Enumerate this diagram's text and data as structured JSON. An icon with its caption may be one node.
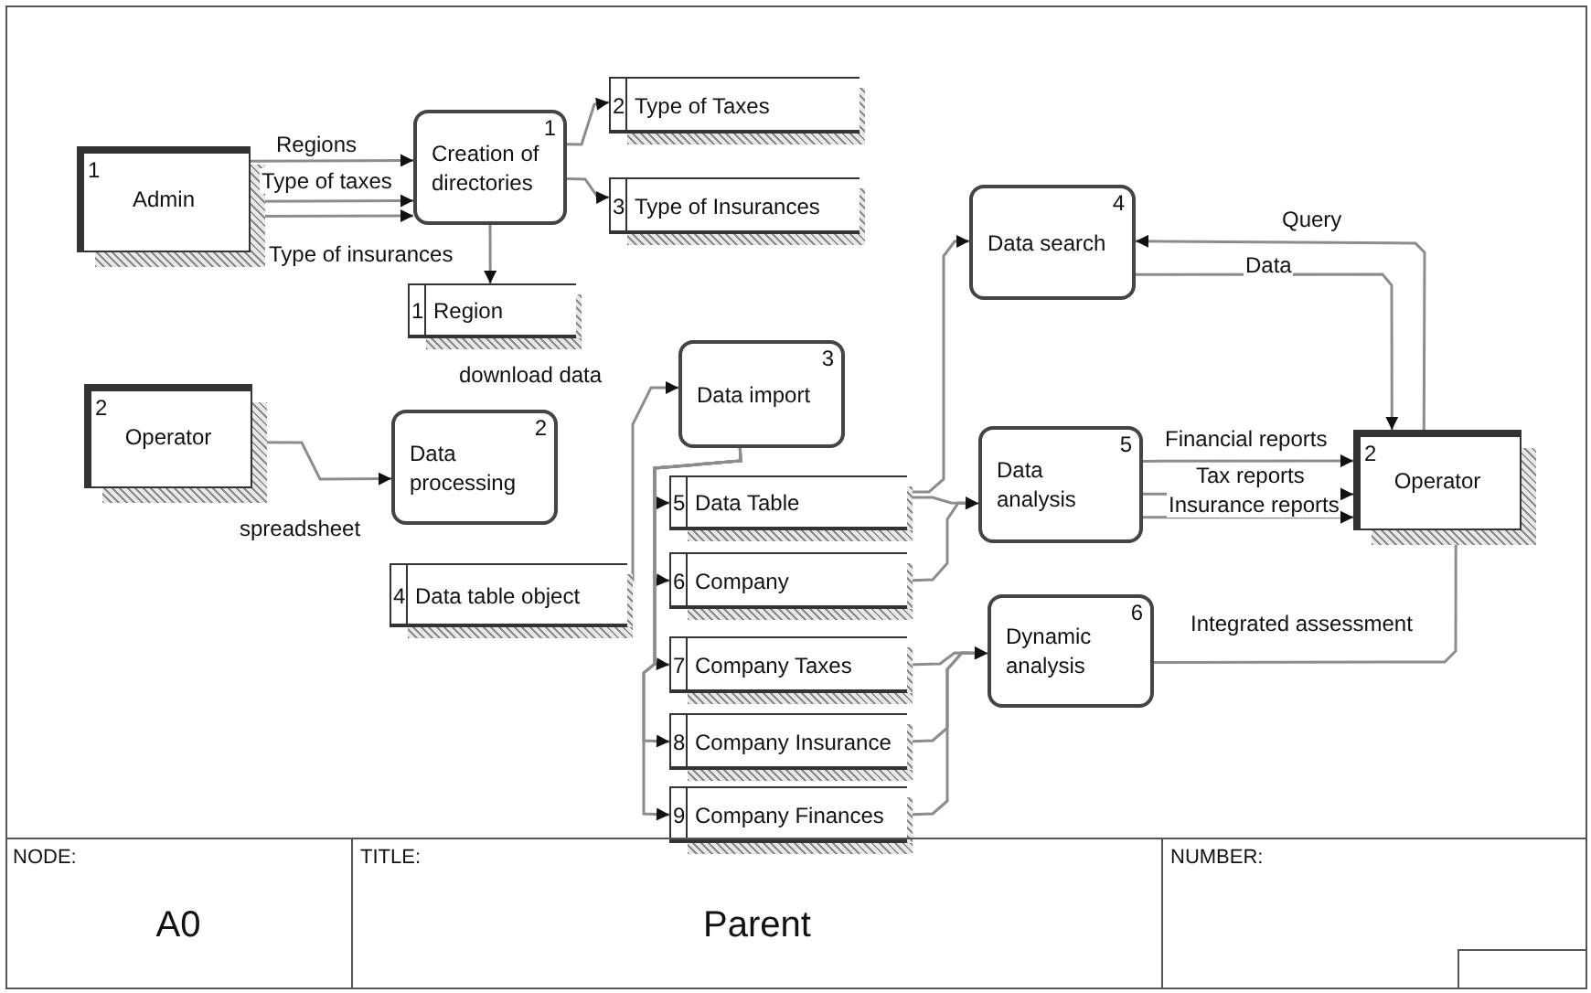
{
  "diagram": {
    "title": "Parent",
    "nodes": [
      {
        "text": [
          "1",
          "Admin"
        ]
      },
      {
        "text": [
          "1",
          "Creation of directories"
        ]
      },
      {
        "text": [
          "2",
          "Type of Taxes"
        ]
      },
      {
        "text": [
          "3",
          "Type of Insurances"
        ]
      },
      {
        "text": [
          "1",
          "Region"
        ]
      },
      {
        "text": [
          "2",
          "Operator"
        ]
      },
      {
        "text": [
          "2",
          "Data processing"
        ]
      },
      {
        "text": [
          "3",
          "Data import"
        ]
      },
      {
        "text": [
          "4",
          "Data table object"
        ]
      },
      {
        "text": [
          "5",
          "Data Table"
        ]
      },
      {
        "text": [
          "6",
          "Company"
        ]
      },
      {
        "text": [
          "7",
          "Company Taxes"
        ]
      },
      {
        "text": [
          "8",
          "Company Insurance"
        ]
      },
      {
        "text": [
          "9",
          "Company Finances"
        ]
      },
      {
        "text": [
          "4",
          "Data search"
        ]
      },
      {
        "text": [
          "5",
          "Data analysis"
        ]
      },
      {
        "text": [
          "6",
          "Dynamic analysis"
        ]
      },
      {
        "text": [
          "2",
          "Operator"
        ]
      }
    ],
    "edges": [
      {
        "from": 0,
        "to": 1,
        "arrow": "to",
        "label": "Regions"
      },
      {
        "from": 0,
        "to": 1,
        "arrow": "to",
        "label": "Type of taxes"
      },
      {
        "from": 0,
        "to": 1,
        "arrow": "to",
        "label": "Type of insurances"
      },
      {
        "from": 1,
        "to": 2,
        "arrow": "to"
      },
      {
        "from": 1,
        "to": 3,
        "arrow": "to"
      },
      {
        "from": 1,
        "to": 4,
        "arrow": "to"
      },
      {
        "from": 5,
        "to": 6,
        "arrow": "to",
        "label": "spreadsheet"
      },
      {
        "from": 8,
        "to": 7,
        "arrow": "to",
        "label": "download data"
      },
      {
        "from": 7,
        "to": 9,
        "arrow": "to"
      },
      {
        "from": 7,
        "to": 10,
        "arrow": "to"
      },
      {
        "from": 7,
        "to": 11,
        "arrow": "to"
      },
      {
        "from": 7,
        "to": 12,
        "arrow": "to"
      },
      {
        "from": 7,
        "to": 13,
        "arrow": "to"
      },
      {
        "from": 9,
        "to": 14,
        "arrow": "to"
      },
      {
        "from": 9,
        "to": 15,
        "arrow": "to"
      },
      {
        "from": 10,
        "to": 15,
        "arrow": "to"
      },
      {
        "from": 11,
        "to": 16,
        "arrow": "to"
      },
      {
        "from": 12,
        "to": 16,
        "arrow": "to"
      },
      {
        "from": 13,
        "to": 16,
        "arrow": "to"
      },
      {
        "from": 14,
        "to": 17,
        "arrow": "to",
        "label": "Data"
      },
      {
        "from": 17,
        "to": 14,
        "arrow": "to",
        "label": "Query"
      },
      {
        "from": 15,
        "to": 17,
        "arrow": "to",
        "label": "Financial reports"
      },
      {
        "from": 15,
        "to": 17,
        "arrow": "to",
        "label": "Tax reports"
      },
      {
        "from": 15,
        "to": 17,
        "arrow": "to",
        "label": "Insurance reports"
      },
      {
        "from": 16,
        "to": 17,
        "arrow": "to",
        "label": "Integrated assessment"
      }
    ],
    "labels": [
      "NODE:",
      "A0",
      "TITLE:",
      "NUMBER:"
    ]
  }
}
